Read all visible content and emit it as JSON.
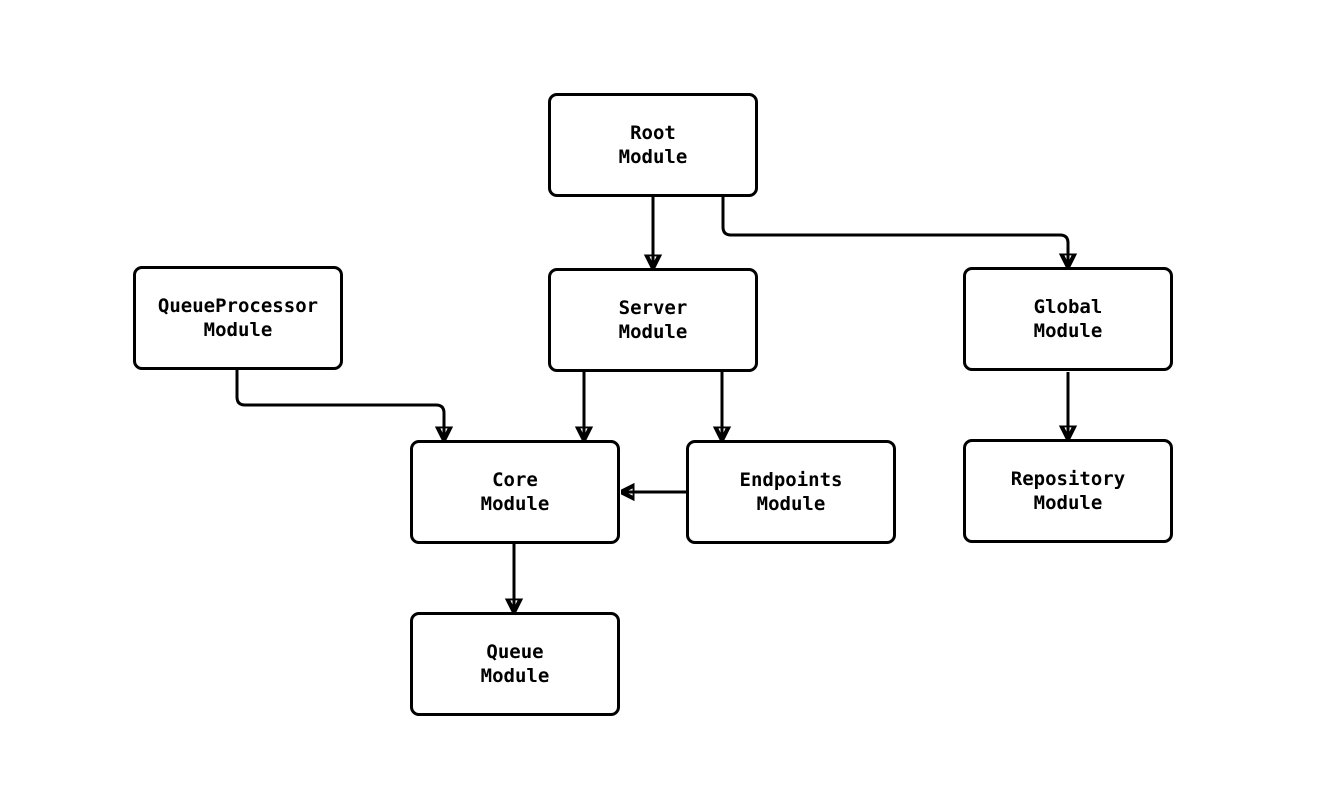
{
  "diagram": {
    "background_color": "#ffffff",
    "stroke_color": "#000000",
    "nodes": {
      "root": {
        "label": "Root\nModule"
      },
      "queueprocessor": {
        "label": "QueueProcessor\nModule"
      },
      "server": {
        "label": "Server\nModule"
      },
      "global": {
        "label": "Global\nModule"
      },
      "core": {
        "label": "Core\nModule"
      },
      "endpoints": {
        "label": "Endpoints\nModule"
      },
      "repository": {
        "label": "Repository\nModule"
      },
      "queue": {
        "label": "Queue\nModule"
      }
    },
    "edges": [
      {
        "from": "root",
        "to": "server"
      },
      {
        "from": "root",
        "to": "global"
      },
      {
        "from": "queueprocessor",
        "to": "core"
      },
      {
        "from": "server",
        "to": "core"
      },
      {
        "from": "server",
        "to": "endpoints"
      },
      {
        "from": "endpoints",
        "to": "core"
      },
      {
        "from": "global",
        "to": "repository"
      },
      {
        "from": "core",
        "to": "queue"
      }
    ]
  }
}
